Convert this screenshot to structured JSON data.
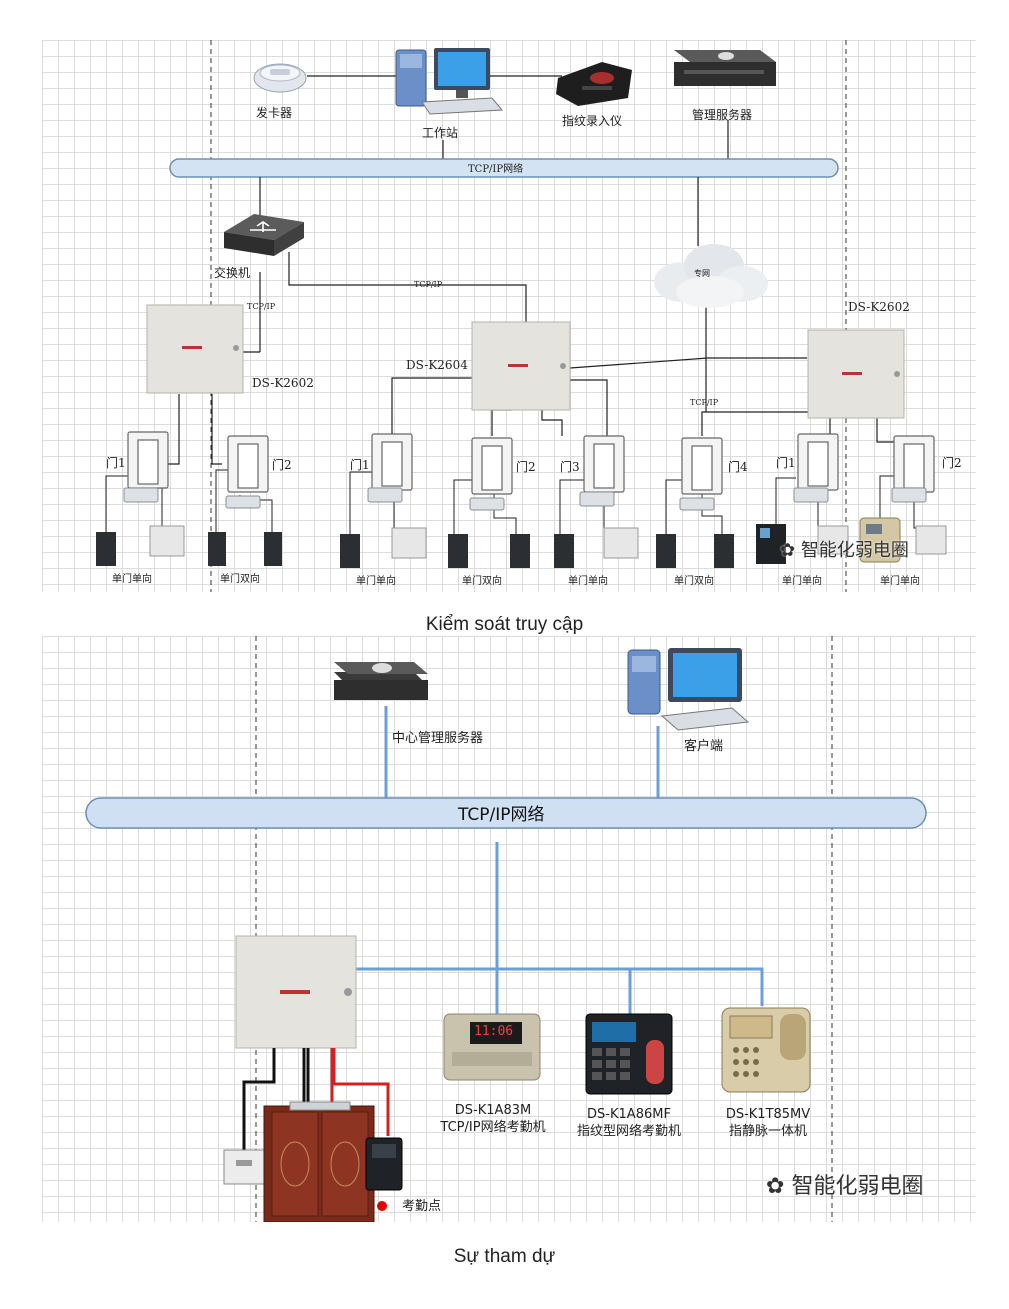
{
  "access_control": {
    "caption": "Kiểm soát truy cập",
    "network": "TCP/IP网络",
    "card_issuer": "发卡器",
    "workstation": "工作站",
    "fingerprint_enroller": "指纹录入仪",
    "management_server": "管理服务器",
    "switch": "交换机",
    "private_network": "专网",
    "link_tcpip": "TCP/IP",
    "controller_left": "DS-K2602",
    "controller_mid": "DS-K2604",
    "controller_right": "DS-K2602",
    "doors": [
      "门1",
      "门2",
      "门1",
      "门2",
      "门3",
      "门4",
      "门1",
      "门2"
    ],
    "modes": [
      "单门单向",
      "单门双向",
      "单门单向",
      "单门双向",
      "单门单向",
      "单门双向",
      "单门单向",
      "单门单向"
    ],
    "watermark": "智能化弱电圈"
  },
  "attendance": {
    "caption": "Sự tham dự",
    "network": "TCP/IP网络",
    "center_server": "中心管理服务器",
    "client": "客户端",
    "device1_model": "DS-K1A83M",
    "device1_desc": "TCP/IP网络考勤机",
    "device2_model": "DS-K1A86MF",
    "device2_desc": "指纹型网络考勤机",
    "device3_model": "DS-K1T85MV",
    "device3_desc": "指静脉一体机",
    "attendance_point": "考勤点",
    "clock_display": "11:06",
    "watermark": "智能化弱电圈"
  },
  "colors": {
    "bus": "#cfe0f2",
    "bus_stroke": "#6d8fb5",
    "link_blue": "#6a9fd8",
    "power_red": "#d42020"
  }
}
